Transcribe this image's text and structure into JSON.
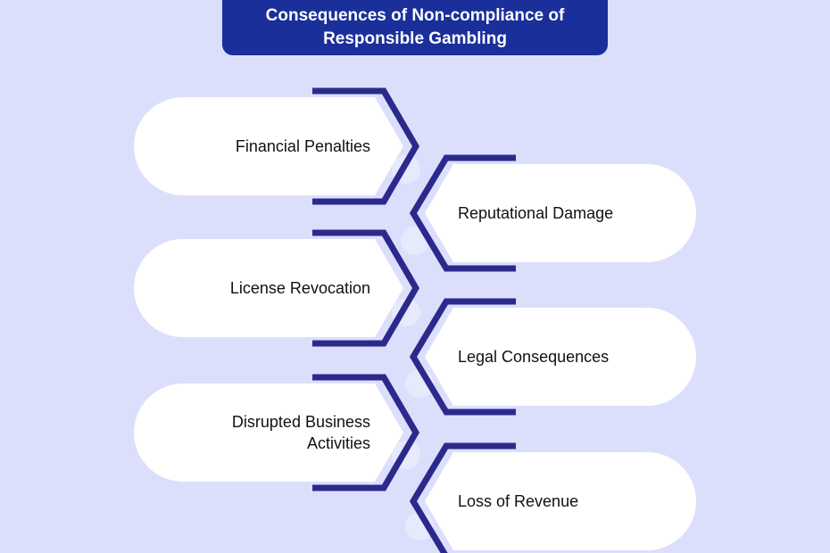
{
  "title": {
    "line1": "Consequences of Non-compliance of",
    "line2": "Responsible Gambling"
  },
  "colors": {
    "background": "#dcdffb",
    "title_fill": "#1a2f9a",
    "chevron_border": "#2b2a8c",
    "pill_fill": "#ffffff",
    "connector": "#e7e9fd"
  },
  "items": [
    {
      "side": "left",
      "lines": [
        "Financial Penalties"
      ]
    },
    {
      "side": "right",
      "lines": [
        "Reputational Damage"
      ]
    },
    {
      "side": "left",
      "lines": [
        "License Revocation"
      ]
    },
    {
      "side": "right",
      "lines": [
        "Legal Consequences"
      ]
    },
    {
      "side": "left",
      "lines": [
        "Disrupted Business",
        "Activities"
      ]
    },
    {
      "side": "right",
      "lines": [
        "Loss of Revenue"
      ]
    }
  ]
}
